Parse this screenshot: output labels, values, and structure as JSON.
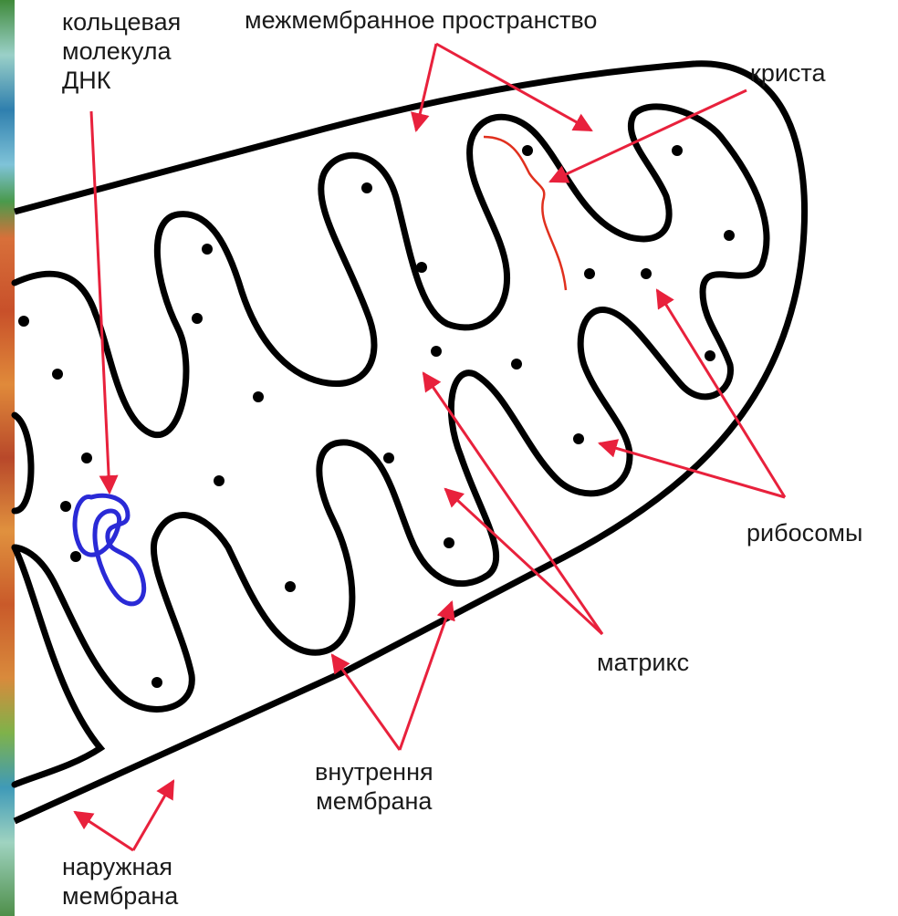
{
  "labels": {
    "dna": [
      "кольцевая",
      "молекула",
      "ДНК"
    ],
    "intermembrane_space": "межмембранное пространство",
    "crista": "криста",
    "ribosomes": "рибосомы",
    "matrix": "матрикс",
    "inner_membrane": [
      "внутрення",
      "мембрана"
    ],
    "outer_membrane": [
      "наружная",
      "мембрана"
    ]
  },
  "colors": {
    "membrane": "#000000",
    "arrow": "#e8213c",
    "dna": "#2a2ad6",
    "crista_marker": "#e0301e",
    "text": "#1a1a1a",
    "background": "#ffffff"
  }
}
